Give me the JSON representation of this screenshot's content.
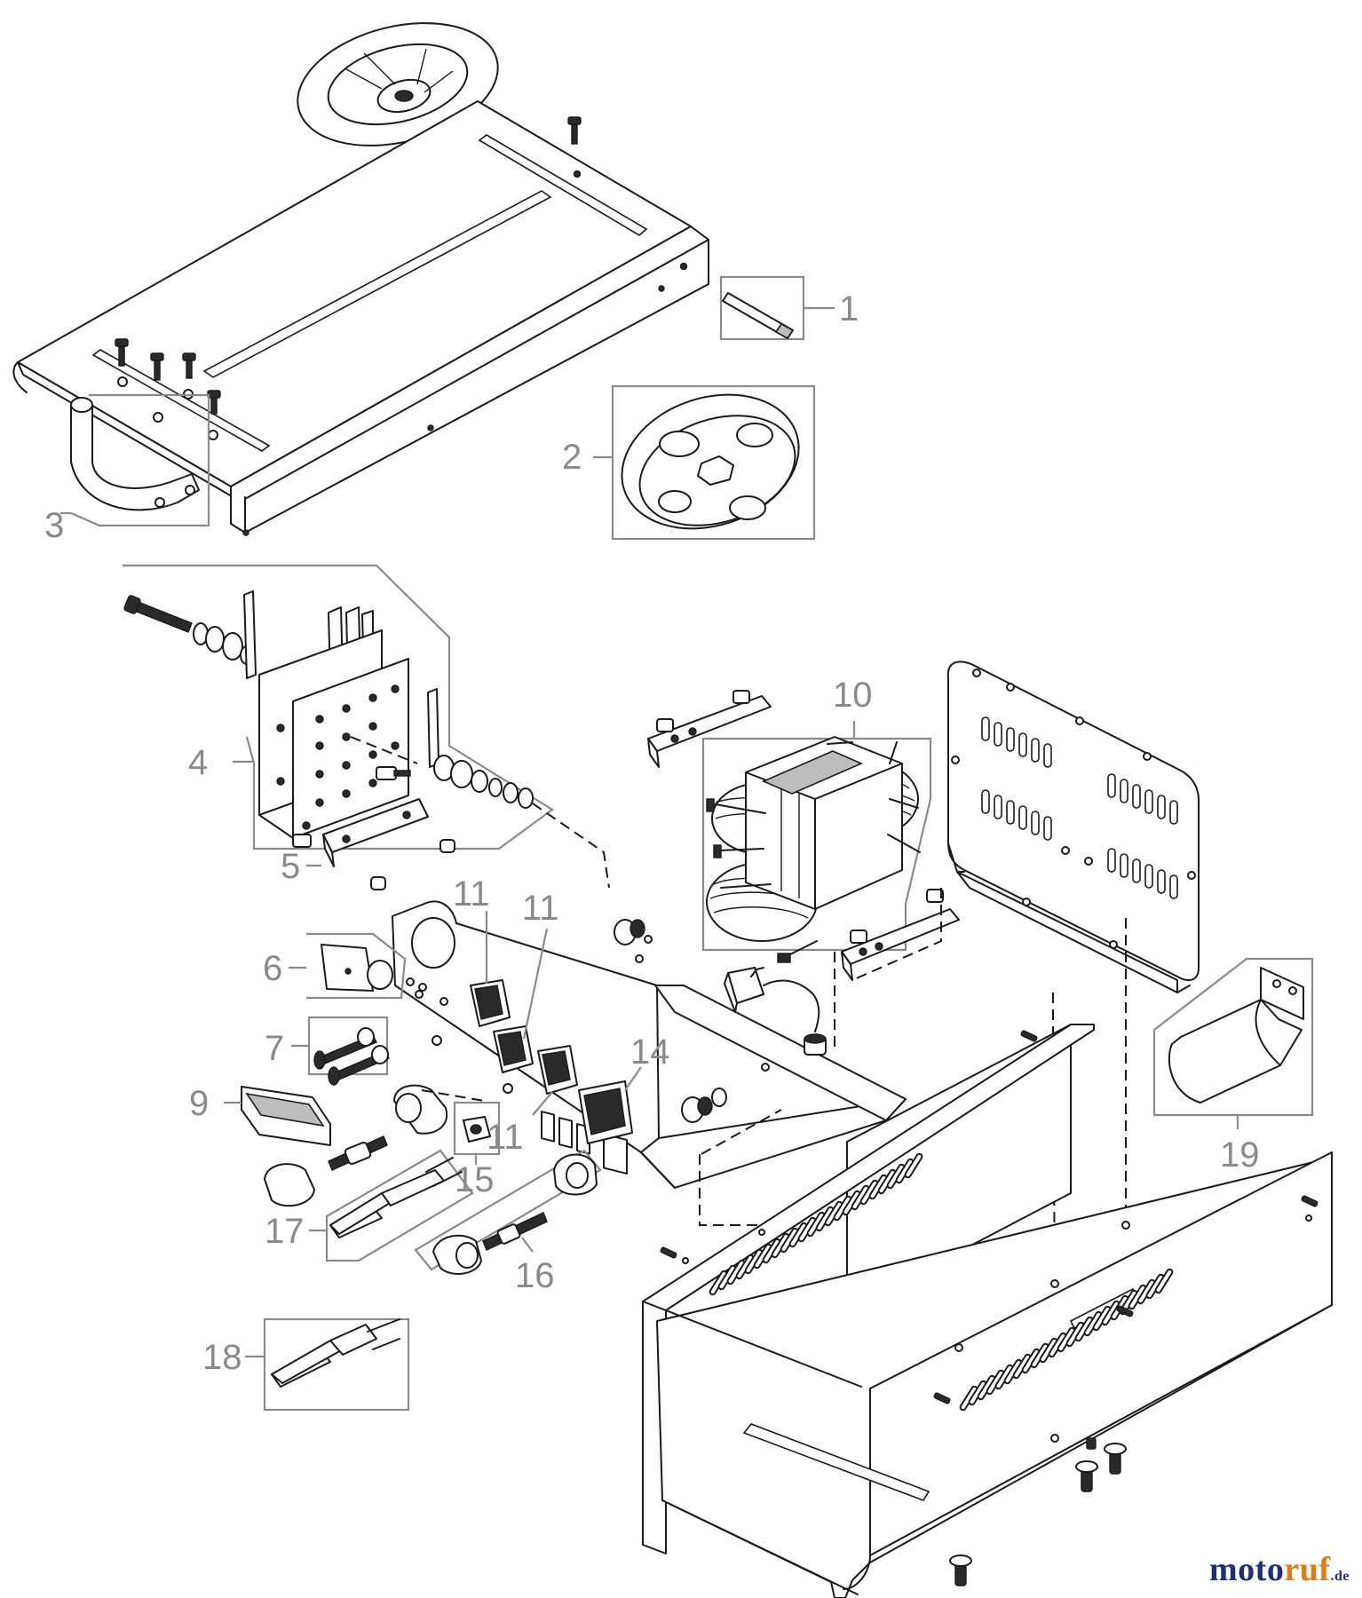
{
  "diagram": {
    "callouts": [
      "1",
      "2",
      "3",
      "4",
      "5",
      "6",
      "7",
      "9",
      "10",
      "11",
      "11",
      "11",
      "14",
      "15",
      "16",
      "17",
      "18",
      "19"
    ]
  },
  "brand": {
    "part1": "moto",
    "part2": "ruf",
    "part3": ".de"
  }
}
